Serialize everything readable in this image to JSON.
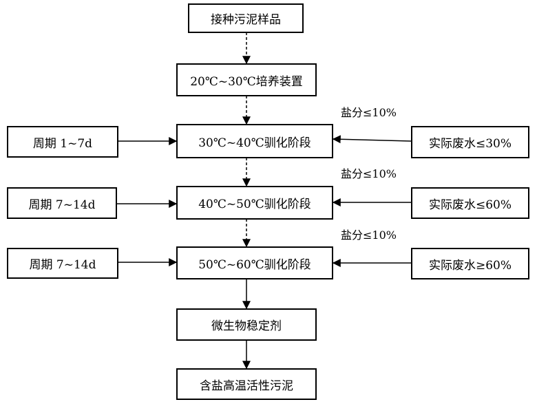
{
  "main_steps": [
    "接种污泥样品",
    "20℃~30℃培养装置",
    "30℃~40℃驯化阶段",
    "40℃~50℃驯化阶段",
    "50℃~60℃驯化阶段",
    "微生物稳定剂",
    "含盐高温活性污泥"
  ],
  "periods": [
    "周期 1~7d",
    "周期 7~14d",
    "周期 7~14d"
  ],
  "wastewater": [
    "实际废水≤30%",
    "实际废水≤60%",
    "实际废水≥60%"
  ],
  "salt_labels": [
    "盐分≤10%",
    "盐分≤10%",
    "盐分≤10%"
  ]
}
